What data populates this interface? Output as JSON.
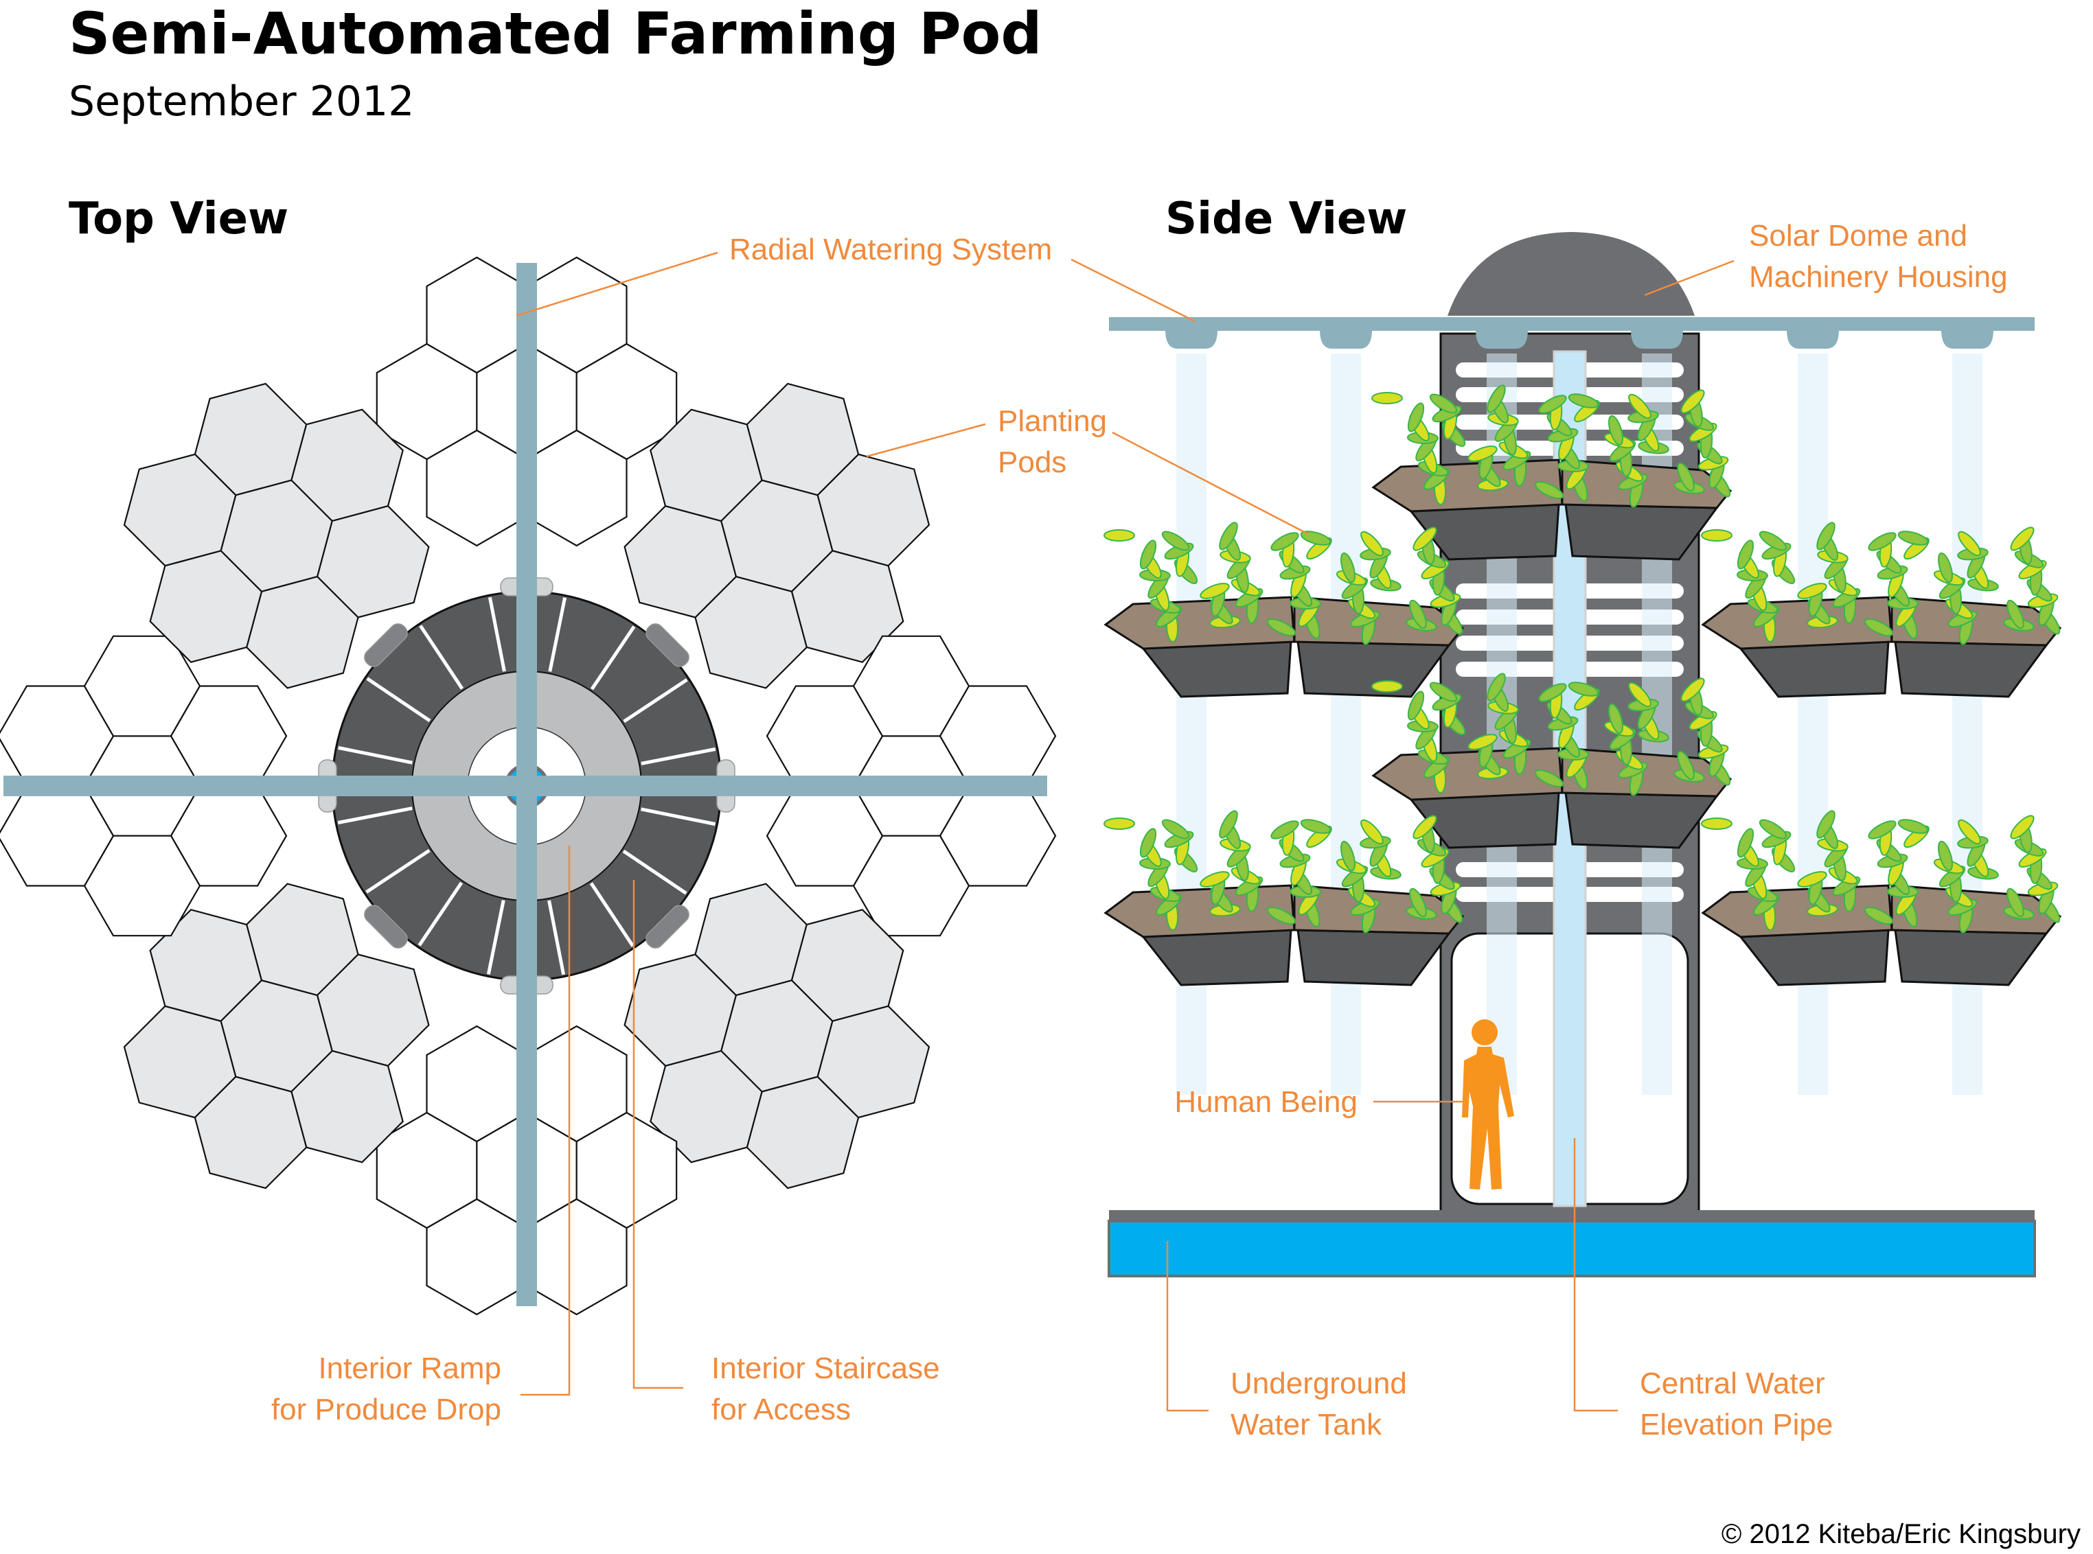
{
  "header": {
    "title": "Semi-Automated Farming Pod",
    "subtitle": "September 2012"
  },
  "top_view": {
    "heading": "Top View",
    "labels": {
      "radial_watering": "Radial Watering System",
      "planting_pods_1": "Planting",
      "planting_pods_2": "Pods",
      "ramp_1": "Interior Ramp",
      "ramp_2": "for Produce Drop",
      "stair_1": "Interior Staircase",
      "stair_2": "for Access"
    }
  },
  "side_view": {
    "heading": "Side View",
    "labels": {
      "dome_1": "Solar Dome and",
      "dome_2": "Machinery Housing",
      "human": "Human Being",
      "tank_1": "Underground",
      "tank_2": "Water Tank",
      "pipe_1": "Central Water",
      "pipe_2": "Elevation Pipe"
    }
  },
  "credit": "© 2012 Kiteba/Eric Kingsbury",
  "colors": {
    "label_orange": "#f08a3c",
    "pipe_blue_gray": "#8cb1bc",
    "water_blue": "#00aeef",
    "dark_gray": "#58595b",
    "mid_gray": "#6d6e71",
    "light_gray": "#bcbec0",
    "pod_soil": "#998675",
    "human_orange": "#f7941d"
  }
}
